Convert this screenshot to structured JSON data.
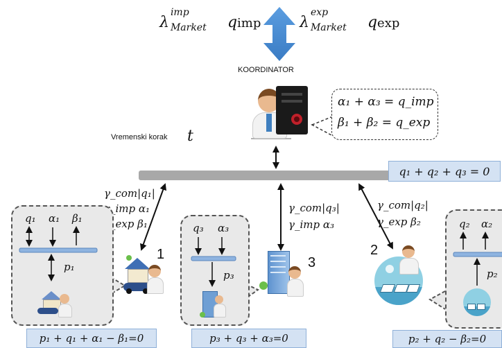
{
  "market": {
    "import_term": "λᵢₘₚ Market q_imp",
    "export_term": "λₑₓₚ Market q_exp",
    "lambda": "λ",
    "imp_sup": "imp",
    "exp_sup": "exp",
    "market_sub": "Market",
    "q_imp": "q",
    "imp_sub": "imp",
    "q_exp": "q",
    "exp_sub": "exp"
  },
  "coordinator": {
    "label": "KOORDINATOR",
    "constraint_1": "α₁ + α₃ = q_imp",
    "constraint_2": "β₁ + β₂ = q_exp"
  },
  "timestep": {
    "label": "Vremenski korak",
    "symbol": "t"
  },
  "bus_equation": "q₁ + q₂ + q₃ = 0",
  "links": {
    "node1": [
      "γ_com|q₁|",
      "γ_imp α₁",
      "γ_exp β₁"
    ],
    "node3": [
      "γ_com|q₃|",
      "γ_imp α₃"
    ],
    "node2": [
      "γ_com|q₂|",
      "γ_exp β₂"
    ]
  },
  "nodes": [
    {
      "id": "1",
      "top_symbols": [
        "q₁",
        "α₁",
        "β₁"
      ],
      "power": "p₁",
      "balance": "p₁ + q₁ + α₁ − β₁=0"
    },
    {
      "id": "3",
      "top_symbols": [
        "q₃",
        "α₃"
      ],
      "power": "p₃",
      "balance": "p₃ + q₃ + α₃=0"
    },
    {
      "id": "2",
      "top_symbols": [
        "q₂",
        "α₂"
      ],
      "power": "p₂",
      "balance": "p₂ + q₂ − β₂=0"
    }
  ],
  "colors": {
    "arrow_blue": "#4a8fd6",
    "eq_box": "#d4e2f3",
    "bus_gray": "#a8a8a8"
  },
  "icons": [
    "double-arrow-icon",
    "coordinator-person-icon",
    "server-icon",
    "house-icon",
    "office-building-icon",
    "solar-farm-icon",
    "person-icon",
    "car-icon"
  ]
}
